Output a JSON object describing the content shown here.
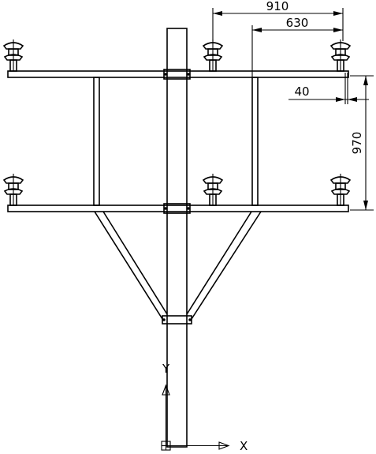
{
  "dimensions": {
    "span_outer": "910",
    "span_inner": "630",
    "offset": "40",
    "height": "970"
  },
  "axes": {
    "x_label": "X",
    "y_label": "Y"
  }
}
